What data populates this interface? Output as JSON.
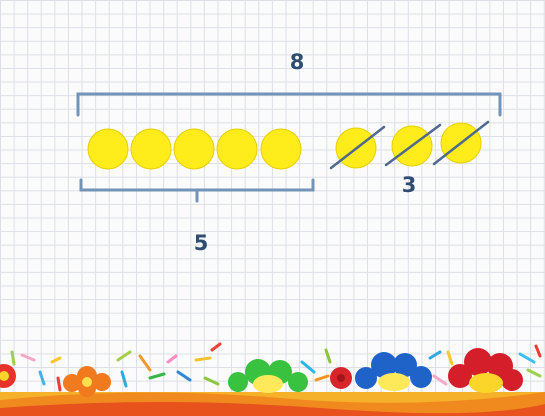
{
  "problem": {
    "total_label": "8",
    "kept_label": "5",
    "crossed_label": "3",
    "kept_count": 5,
    "crossed_count": 3
  },
  "colors": {
    "circle_fill": "#ffec1a",
    "circle_stroke": "#e9cf00",
    "brace": "#7393b8",
    "strike": "#4f6a8f",
    "label": "#2f4d73",
    "grid": "#dcdfe4"
  }
}
